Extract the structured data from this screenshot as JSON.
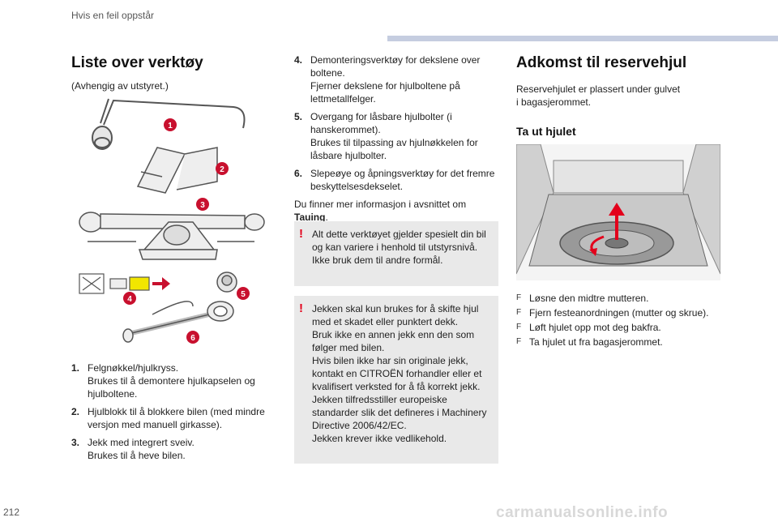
{
  "header": {
    "section": "Hvis en feil oppstår"
  },
  "page_number": "212",
  "footer": {
    "watermark": "carmanualsonline.info"
  },
  "left": {
    "title": "Liste over verktøy",
    "subtitle": "(Avhengig av utstyret.)",
    "callouts": [
      "1",
      "2",
      "3",
      "4",
      "5",
      "6"
    ],
    "items": [
      {
        "num": "1.",
        "text": "Felgnøkkel/hjulkryss.\nBrukes til å demontere hjulkapselen og hjulboltene."
      },
      {
        "num": "2.",
        "text": "Hjulblokk til å blokkere bilen (med mindre versjon med manuell girkasse)."
      },
      {
        "num": "3.",
        "text": "Jekk med integrert sveiv.\nBrukes til å heve bilen."
      }
    ]
  },
  "middle": {
    "items": [
      {
        "num": "4.",
        "text": "Demonteringsverktøy for dekslene over boltene.\nFjerner dekslene for hjulboltene på lettmetallfelger."
      },
      {
        "num": "5.",
        "text": "Overgang for låsbare hjulbolter (i hanskerommet).\nBrukes til tilpassing av hjulnøkkelen for låsbare hjulbolter."
      },
      {
        "num": "6.",
        "text": "Slepeøye og åpningsverktøy for det fremre beskyttelsesdekselet."
      }
    ],
    "info_prefix": "Du finner mer informasjon i avsnittet om ",
    "info_link": "Tauing",
    "info_suffix": ".",
    "warning1": "Alt dette verktøyet gjelder spesielt din bil og kan variere i henhold til utstyrsnivå.\nIkke bruk dem til andre formål.",
    "warning2": "Jekken skal kun brukes for å skifte hjul med et skadet eller punktert dekk.\nBruk ikke en annen jekk enn den som følger med bilen.\nHvis bilen ikke har sin originale jekk, kontakt en CITROËN forhandler eller et kvalifisert verksted for å få korrekt jekk.\nJekken tilfredsstiller europeiske standarder slik det defineres i Machinery Directive 2006/42/EC.\nJekken krever ikke vedlikehold.",
    "warn_icon": "!"
  },
  "right": {
    "title": "Adkomst til reservehjul",
    "intro": "Reservehjulet er plassert under gulvet\ni bagasjerommet.",
    "subtitle": "Ta ut hjulet",
    "bullet_glyph": "F",
    "bullets": [
      "Løsne den midtre mutteren.",
      "Fjern festeanordningen (mutter og skrue).",
      "Løft hjulet opp mot deg bakfra.",
      "Ta hjulet ut fra bagasjerommet."
    ]
  },
  "colors": {
    "accent": "#c8102e",
    "warn_bg": "#e9e9e9",
    "header_bar": "#c5cde0"
  }
}
